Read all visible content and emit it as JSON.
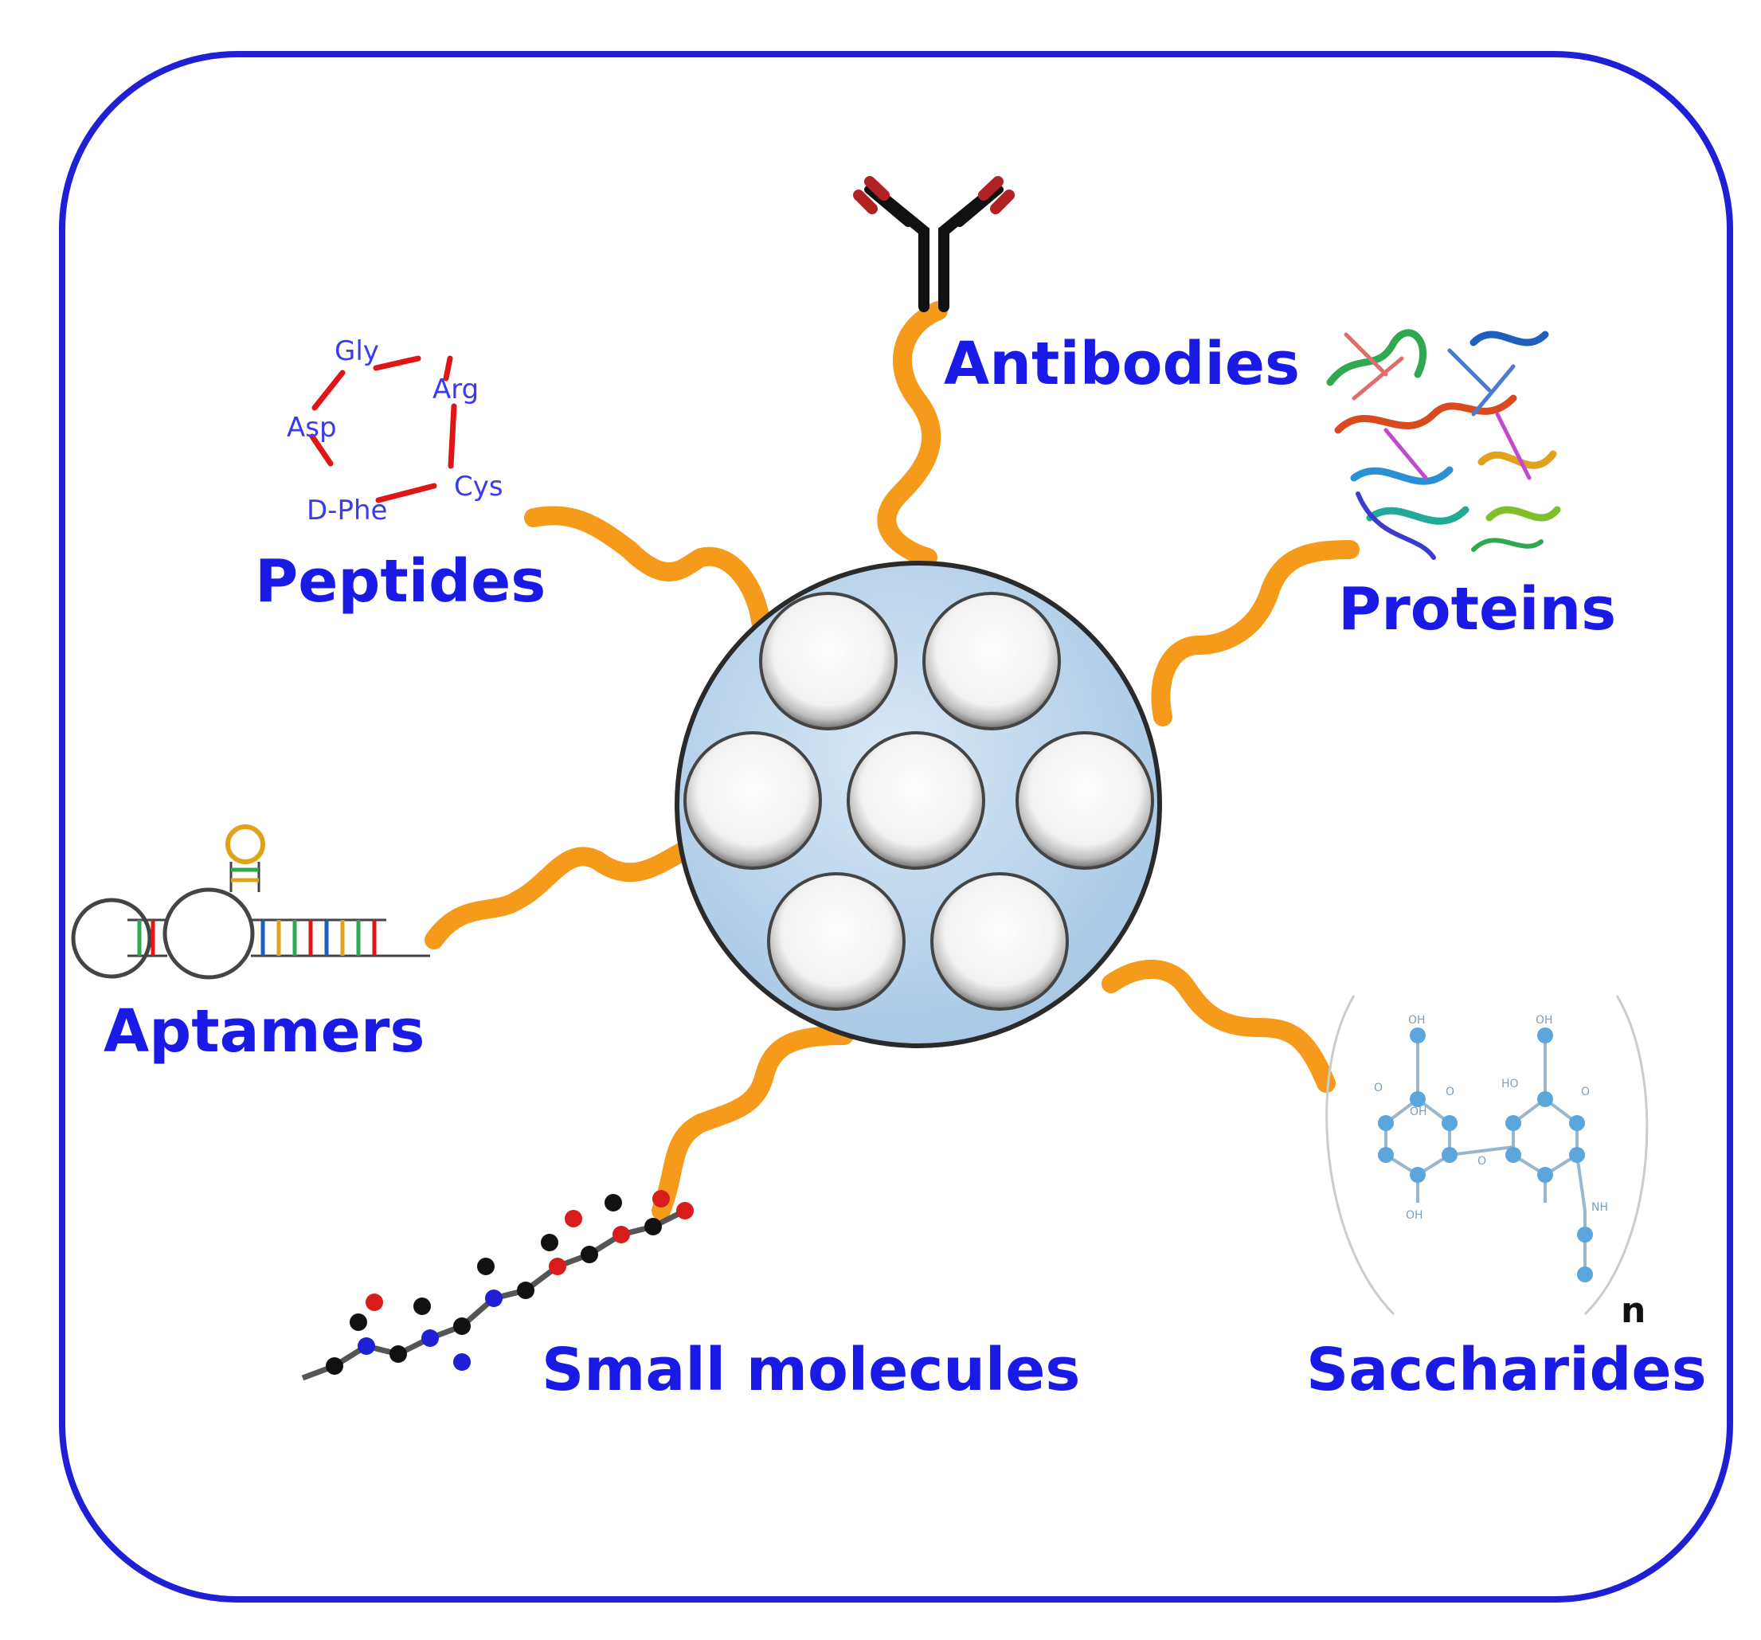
{
  "colors": {
    "frame": "#1f1fd6",
    "label": "#1a1ae6",
    "linker": "#f59a1b",
    "particle_fill": "#bcd7ee",
    "particle_stroke": "#2a2a2a",
    "peptide_bond": "#e01515",
    "peptide_text": "#3a3aee",
    "antibody_body": "#111111",
    "antibody_tip": "#b22222"
  },
  "labels": {
    "antibodies": "Antibodies",
    "peptides": "Peptides",
    "proteins": "Proteins",
    "aptamers": "Aptamers",
    "small_molecules": "Small molecules",
    "saccharides": "Saccharides"
  },
  "peptide_ring": {
    "gly": "Gly",
    "arg": "Arg",
    "asp": "Asp",
    "cys": "Cys",
    "dphe": "D-Phe"
  },
  "saccharide": {
    "oh1": "OH",
    "oh2": "OH",
    "oh3": "OH",
    "ho": "HO",
    "o1": "O",
    "o2": "O",
    "o3": "O",
    "o4": "O",
    "nh": "NH",
    "oh4": "OH",
    "repeat": "n"
  }
}
